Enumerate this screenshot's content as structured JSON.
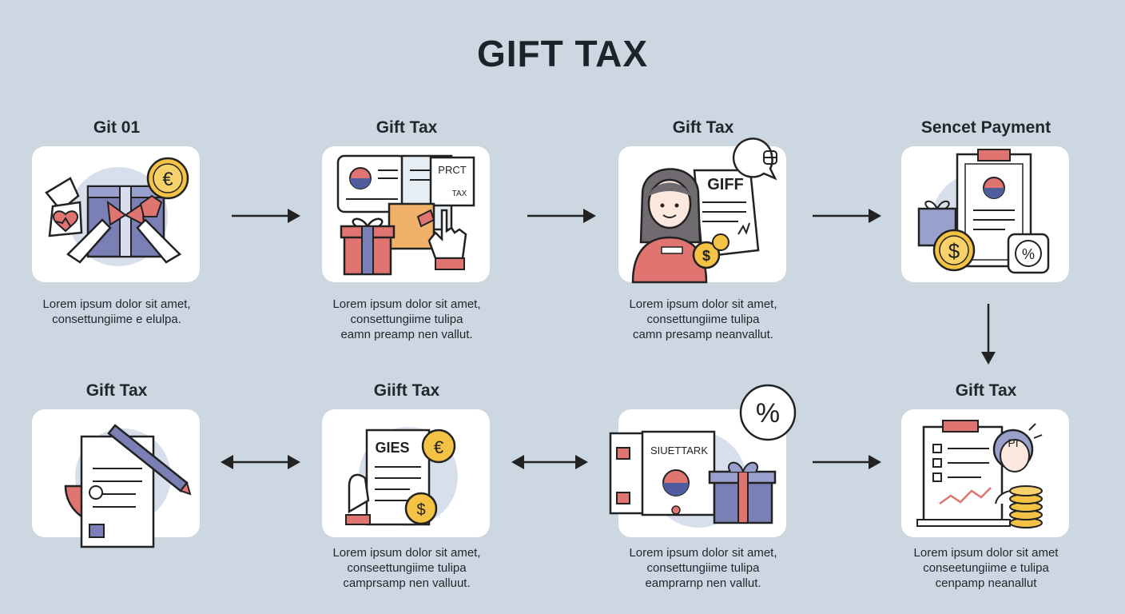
{
  "title": "GIFT TAX",
  "steps": [
    {
      "title": "Git 01",
      "lines": [
        "Lorem ipsum dolor sit amet,",
        "consettungiime e elulpa."
      ]
    },
    {
      "title": "Gift Tax",
      "lines": [
        "Lorem ipsum dolor sit amet,",
        "consettungiime tulipa",
        "eamn preamp nen vallut."
      ]
    },
    {
      "title": "Gift Tax",
      "lines": [
        "Lorem ipsum dolor sit amet,",
        "consettungiime tulipa",
        "camn presamp neanvallut."
      ]
    },
    {
      "title": "Sencet Payment",
      "lines": []
    },
    {
      "title": "Gift Tax",
      "lines": [
        "Lorem ipsum dolor sit amet",
        "conseetungiime e tulipa",
        "cenpamp neanallut"
      ]
    },
    {
      "title": "Giift Tax",
      "lines": [
        "Lorem ipsum dolor sit amet,",
        "conseettungiime tulipa",
        "camprsamp nen valluut."
      ]
    },
    {
      "title": "",
      "lines": [
        "Lorem ipsum dolor sit amet,",
        "consettungiime tulipa",
        "eamprarnp nen vallut."
      ]
    },
    {
      "title": "Gift Tax",
      "lines": []
    }
  ],
  "icon_text": {
    "prct": "PRCT",
    "tax": "TAX",
    "giff": "GIFF",
    "gies": "GIES",
    "suettark": "SIUETTARK",
    "pi": "PI",
    "euro": "€",
    "dollar": "$",
    "percent": "%"
  }
}
